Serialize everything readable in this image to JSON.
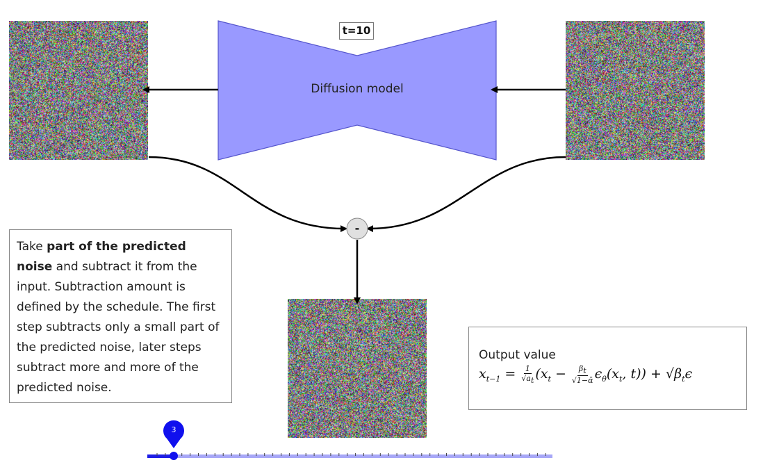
{
  "diagram": {
    "timestep_label": "t=10",
    "model_label": "Diffusion model",
    "subtract_symbol": "-",
    "explanation": {
      "prefix": "Take ",
      "bold": "part of the predicted noise",
      "suffix": " and subtract it from the input. Subtraction amount is defined by the schedule. The first step subtracts only a small part of the predicted noise, later steps subtract more and more of the predicted noise."
    },
    "output": {
      "title": "Output value"
    }
  },
  "slider": {
    "value": 3,
    "value_label": "3",
    "max": 50
  },
  "colors": {
    "model_fill": "#9999ff",
    "model_stroke": "#5555cc",
    "slider_active": "#1010ee",
    "slider_track": "#a7a7f7",
    "subtract_node": "#e0e0e0"
  },
  "icons": {
    "noise_images": "noise-image",
    "arrows": "arrow-icon"
  }
}
